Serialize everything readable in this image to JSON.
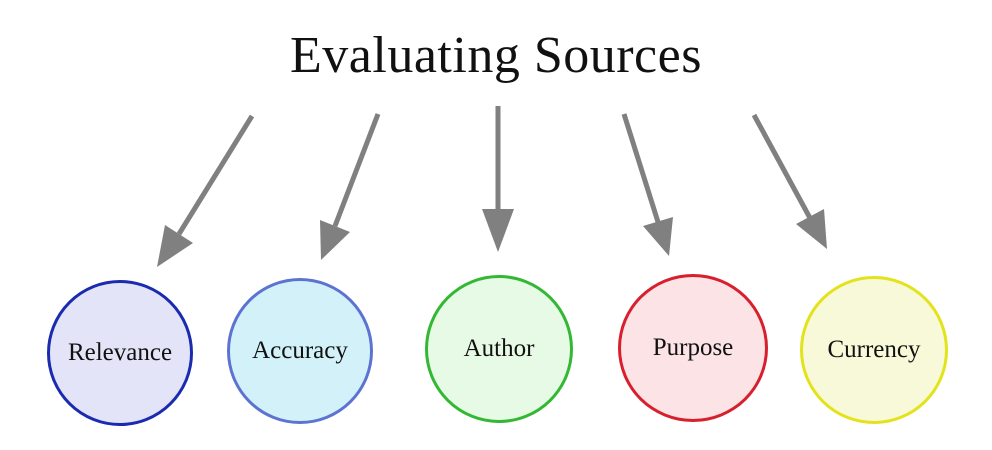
{
  "diagram": {
    "title": "Evaluating Sources",
    "arrow_color": "#808080",
    "nodes": [
      {
        "label": "Relevance",
        "fill": "#e3e4f8",
        "stroke": "#1a2bb0"
      },
      {
        "label": "Accuracy",
        "fill": "#d3f1f8",
        "stroke": "#5d73d2"
      },
      {
        "label": "Author",
        "fill": "#e6fae6",
        "stroke": "#32b832"
      },
      {
        "label": "Purpose",
        "fill": "#fbe3e6",
        "stroke": "#d81f2e"
      },
      {
        "label": "Currency",
        "fill": "#f8f9d8",
        "stroke": "#e3e31c"
      }
    ]
  }
}
